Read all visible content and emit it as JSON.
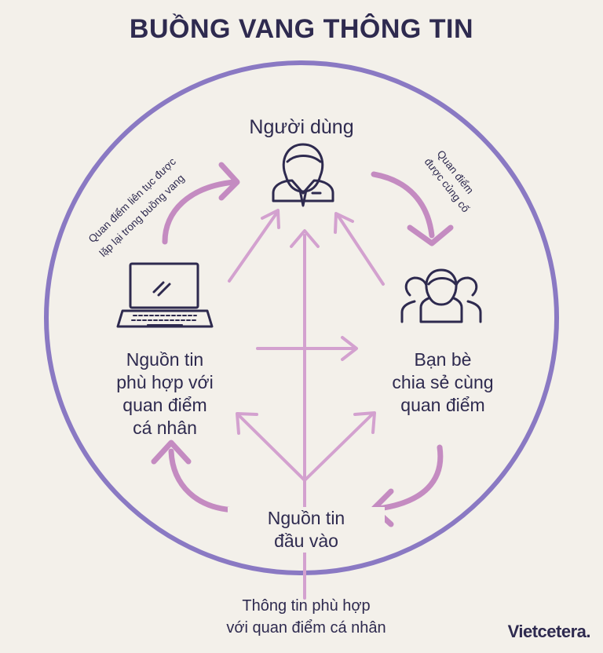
{
  "title": "BUỒNG VANG THÔNG TIN",
  "nodes": {
    "user": "Người dùng",
    "sources_line1": "Nguồn tin",
    "sources_line2": "phù hợp với",
    "sources_line3": "quan điểm",
    "sources_line4": "cá nhân",
    "friends_line1": "Bạn bè",
    "friends_line2": "chia sẻ cùng",
    "friends_line3": "quan điểm",
    "input_line1": "Nguồn tin",
    "input_line2": "đầu vào"
  },
  "arrow_labels": {
    "left_line1": "Quan điểm liên tục được",
    "left_line2": "lặp lại trong buồng vang",
    "right_line1": "Quan điểm",
    "right_line2": "được củng cố"
  },
  "bottom_text": {
    "line1": "Thông tin phù hợp",
    "line2": "với quan điểm cá nhân"
  },
  "brand": "Vietcetera.",
  "colors": {
    "circle": "#8a79c3",
    "arrow_dark": "#c48bc1",
    "arrow_light": "#d3a1cf",
    "ink": "#2e2a4f",
    "background": "#f3f0ea"
  }
}
